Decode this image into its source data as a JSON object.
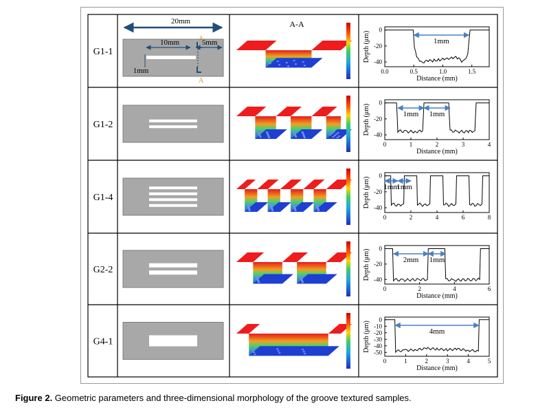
{
  "figure": {
    "caption_label": "Figure 2.",
    "caption_text": " Geometric parameters and three-dimensional morphology of the groove textured samples."
  },
  "schematic_labels": {
    "total_length": "20mm",
    "groove_length": "10mm",
    "edge_gap": "5mm",
    "groove_width": "1mm",
    "section_mark": "A",
    "section_title": "A-A"
  },
  "colors": {
    "plate": "#a8a8a8",
    "plate_border": "#7c7c7c",
    "groove": "#ffffff",
    "dimension": "#1f4e79",
    "section_mark": "#c9a227",
    "arrow": "#4a7fc1",
    "surface_top": "#ee1c1c",
    "surface_bottom": "#1e3fd1"
  },
  "rows": [
    {
      "sample": "G1-1",
      "groove_count": 1,
      "annotations": [
        "1mm"
      ],
      "chart_data": {
        "type": "line",
        "xlabel": "Distance (mm)",
        "ylabel": "Depth (μm)",
        "xlim": [
          0,
          1.8
        ],
        "ylim": [
          -46,
          4
        ],
        "xticks": [
          "0.0",
          "0.5",
          "1.0",
          "1.5"
        ],
        "yticks": [
          "0",
          "-20",
          "-40"
        ],
        "x": [
          0,
          0.49,
          0.51,
          0.55,
          0.65,
          0.75,
          0.85,
          0.95,
          1.05,
          1.15,
          1.25,
          1.35,
          1.43,
          1.47,
          1.8
        ],
        "values": [
          0,
          0,
          -20,
          -35,
          -40,
          -39,
          -38,
          -37,
          -37,
          -34,
          -35,
          -40,
          -30,
          0,
          0
        ]
      }
    },
    {
      "sample": "G1-2",
      "groove_count": 2,
      "annotations": [
        "1mm",
        "1mm"
      ],
      "chart_data": {
        "type": "line",
        "xlabel": "Distance (mm)",
        "ylabel": "Depth (μm)",
        "xlim": [
          0,
          4
        ],
        "ylim": [
          -46,
          4
        ],
        "xticks": [
          "0",
          "1",
          "2",
          "3",
          "4"
        ],
        "yticks": [
          "0",
          "-20",
          "-40"
        ],
        "x": [
          0,
          0.45,
          0.5,
          0.8,
          1.2,
          1.45,
          1.5,
          2.45,
          2.5,
          2.8,
          3.2,
          3.45,
          3.5,
          4
        ],
        "values": [
          0,
          0,
          -35,
          -36,
          -36,
          -35,
          0,
          0,
          -35,
          -36,
          -36,
          -35,
          0,
          0
        ]
      }
    },
    {
      "sample": "G1-4",
      "groove_count": 4,
      "annotations": [
        "1mm",
        "1mm"
      ],
      "chart_data": {
        "type": "line",
        "xlabel": "",
        "ylabel": "Depth (μm)",
        "xlim": [
          0,
          8
        ],
        "ylim": [
          -46,
          4
        ],
        "xticks": [
          "0",
          "2",
          "4",
          "6",
          "8"
        ],
        "yticks": [
          "0",
          "-20",
          "-40"
        ],
        "x": [
          0,
          0.45,
          0.5,
          1.0,
          1.45,
          1.5,
          2.45,
          2.5,
          3.0,
          3.45,
          3.5,
          4.45,
          4.5,
          5.0,
          5.45,
          5.5,
          6.45,
          6.5,
          7.0,
          7.45,
          7.5,
          8
        ],
        "values": [
          0,
          0,
          -35,
          -37,
          -35,
          0,
          0,
          -35,
          -37,
          -35,
          0,
          0,
          -35,
          -37,
          -35,
          0,
          0,
          -35,
          -37,
          -35,
          0,
          0
        ]
      }
    },
    {
      "sample": "G2-2",
      "groove_count": 2,
      "annotations": [
        "2mm",
        "1mm"
      ],
      "chart_data": {
        "type": "line",
        "xlabel": "Distance (mm)",
        "ylabel": "Depth (μm)",
        "xlim": [
          0,
          6
        ],
        "ylim": [
          -46,
          4
        ],
        "xticks": [
          "0",
          "2",
          "4",
          "6"
        ],
        "yticks": [
          "0",
          "-20",
          "-40"
        ],
        "x": [
          0,
          0.45,
          0.5,
          1.0,
          2.0,
          2.45,
          2.5,
          3.45,
          3.5,
          4.0,
          5.0,
          5.45,
          5.5,
          6
        ],
        "values": [
          0,
          0,
          -40,
          -41,
          -40,
          -40,
          0,
          0,
          -40,
          -41,
          -40,
          -40,
          0,
          0
        ]
      }
    },
    {
      "sample": "G4-1",
      "groove_count": 1,
      "annotations": [
        "4mm"
      ],
      "chart_data": {
        "type": "line",
        "xlabel": "Distance (mm)",
        "ylabel": "Depth (μm)",
        "xlim": [
          0,
          5
        ],
        "ylim": [
          -56,
          4
        ],
        "xticks": [
          "0",
          "1",
          "2",
          "3",
          "4",
          "5"
        ],
        "yticks": [
          "0",
          "-10",
          "-20",
          "-30",
          "-40",
          "-50"
        ],
        "x": [
          0,
          0.48,
          0.52,
          1.0,
          1.5,
          2.0,
          2.5,
          3.0,
          3.5,
          4.0,
          4.48,
          4.52,
          5
        ],
        "values": [
          0,
          0,
          -48,
          -47,
          -46,
          -44,
          -45,
          -46,
          -45,
          -47,
          -48,
          0,
          0
        ]
      }
    }
  ]
}
